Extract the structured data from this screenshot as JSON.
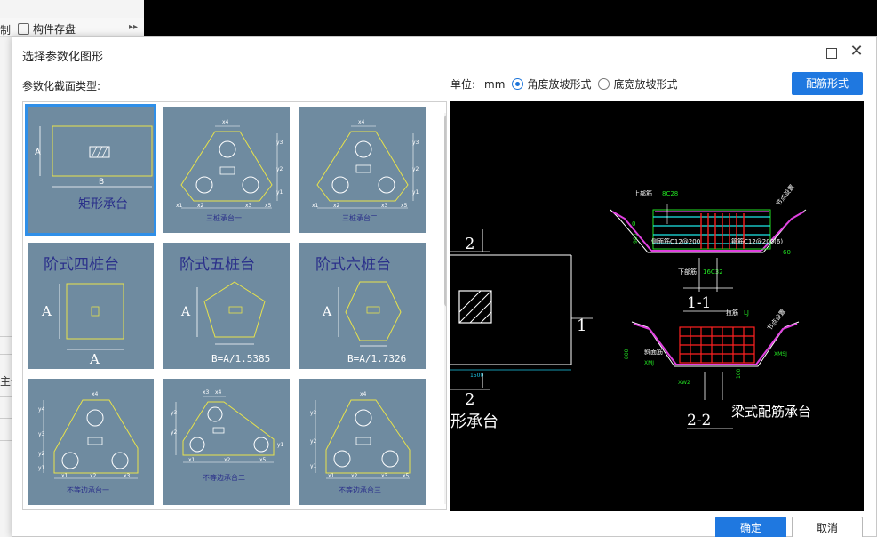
{
  "background": {
    "toolbar_fragment": "制",
    "tool_label": "构件存盘",
    "toolbar_arrows": "▸▸",
    "left_fragment": "主值"
  },
  "dialog": {
    "title": "选择参数化图形",
    "maximize_icon": "maximize-icon",
    "close_icon": "close-icon",
    "section_label": "参数化截面类型:",
    "unit_label": "单位:",
    "unit_value": "mm",
    "radio_angle": "角度放坡形式",
    "radio_width": "底宽放坡形式",
    "radio_angle_selected": true,
    "rebar_button": "配筋形式",
    "ok_button": "确定",
    "cancel_button": "取消"
  },
  "tiles": [
    {
      "id": "rect",
      "title": "矩形承台",
      "dim_a": "A",
      "dim_b": "B",
      "selected": true
    },
    {
      "id": "three1",
      "caption": "三桩承台一",
      "dims": [
        "x4",
        "y3",
        "y2",
        "y1",
        "x1",
        "x2",
        "x3",
        "x5"
      ]
    },
    {
      "id": "three2",
      "caption": "三桩承台二",
      "dims": [
        "x4",
        "y3",
        "y2",
        "y1",
        "x1",
        "x2",
        "x3",
        "x5"
      ]
    },
    {
      "id": "four",
      "title": "阶式四桩台",
      "dim_a": "A",
      "dim_b": "A"
    },
    {
      "id": "five",
      "title": "阶式五桩台",
      "dim_a": "A",
      "formula": "B=A/1.5385"
    },
    {
      "id": "six",
      "title": "阶式六桩台",
      "dim_a": "A",
      "formula": "B=A/1.7326"
    },
    {
      "id": "uneq1",
      "caption": "不等边承台一",
      "dims": [
        "x4",
        "y4",
        "y3",
        "y2",
        "y1",
        "x1",
        "x2",
        "x3"
      ]
    },
    {
      "id": "uneq2",
      "caption": "不等边承台二",
      "dims": [
        "x3",
        "x4",
        "y3",
        "y2",
        "y1",
        "x1",
        "x2",
        "x5"
      ]
    },
    {
      "id": "uneq3",
      "caption": "不等边承台三",
      "dims": [
        "x4",
        "y3",
        "y2",
        "y1",
        "x1",
        "x2",
        "x3",
        "x5"
      ]
    }
  ],
  "preview": {
    "left_section_num_top": "2",
    "left_section_num_bottom": "2",
    "right_section_num": "1",
    "left_dim": "1500",
    "left_text": "形承台",
    "sec1": {
      "label": "1-1",
      "top_rebar": "上部筋",
      "top_rebar_val": "8C28",
      "side_rebar": "侧面筋C12@200",
      "hoop": "箍筋C12@200(6)",
      "bottom_rebar": "下部筋",
      "bottom_rebar_val": "16C32",
      "slope": "节点设置",
      "angle": "60",
      "dim_h": "900",
      "dim_0": "0"
    },
    "sec2": {
      "label": "2-2",
      "tie": "拉筋",
      "tie_val": "LJ",
      "slope_rebar": "斜面筋",
      "xmj": "XMJ",
      "xmsj": "XMSJ",
      "slope": "节点设置",
      "dim_h": "800",
      "dim_s": "100",
      "xw": "XW2"
    },
    "caption": "梁式配筋承台"
  }
}
